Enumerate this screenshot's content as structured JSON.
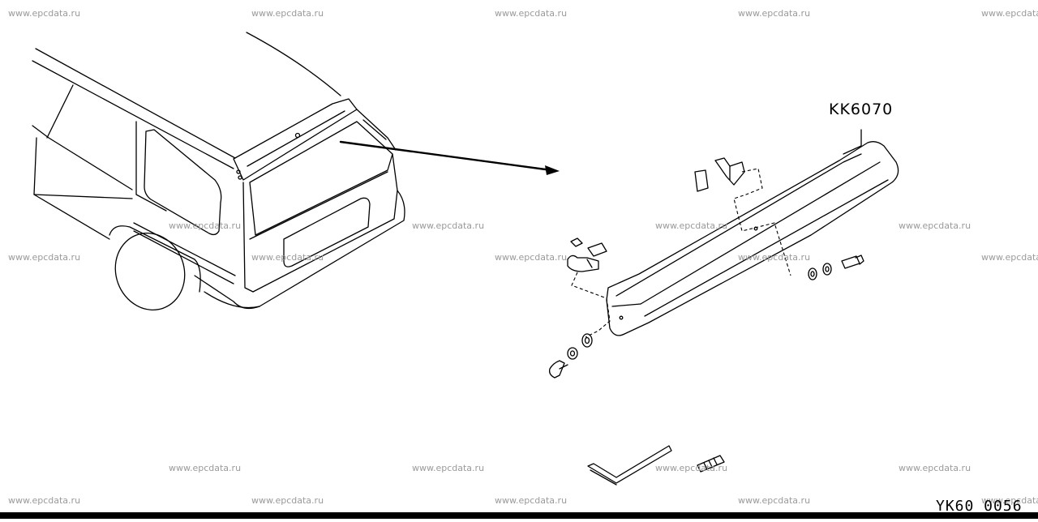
{
  "diagram": {
    "part_number_label": "KK6070",
    "diagram_code": "YK60 0056"
  },
  "watermark": {
    "text": "www.epcdata.ru",
    "color": "#9a9a9a"
  }
}
